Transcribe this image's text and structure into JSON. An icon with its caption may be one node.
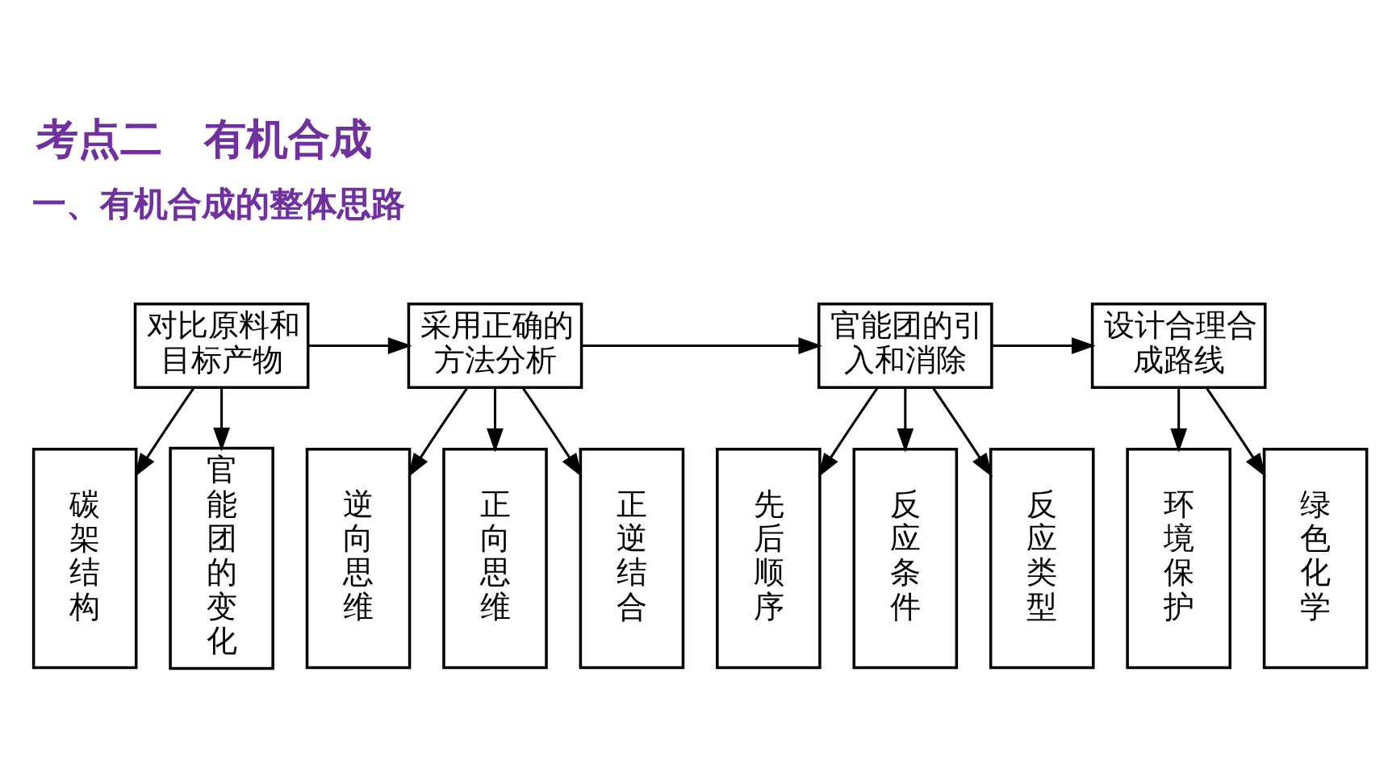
{
  "diagram": {
    "title": "考点二　有机合成",
    "nodes": [
      {
        "text": [
          "对比原料和目标产物"
        ]
      },
      {
        "text": [
          "采用正确的方法分析"
        ]
      },
      {
        "text": [
          "官能团的引入和消除"
        ]
      },
      {
        "text": [
          "设计合理合成路线"
        ]
      },
      {
        "text": [
          "碳架结构"
        ]
      },
      {
        "text": [
          "官能团的变化"
        ]
      },
      {
        "text": [
          "逆向思维"
        ]
      },
      {
        "text": [
          "正向思维"
        ]
      },
      {
        "text": [
          "正逆结合"
        ]
      },
      {
        "text": [
          "先后顺序"
        ]
      },
      {
        "text": [
          "反应条件"
        ]
      },
      {
        "text": [
          "反应类型"
        ]
      },
      {
        "text": [
          "环境保护"
        ]
      },
      {
        "text": [
          "绿色化学"
        ]
      }
    ],
    "edges": [
      {
        "from": 0,
        "to": 1,
        "arrow": "to"
      },
      {
        "from": 1,
        "to": 2,
        "arrow": "to"
      },
      {
        "from": 2,
        "to": 3,
        "arrow": "to"
      },
      {
        "from": 0,
        "to": 4,
        "arrow": "to"
      },
      {
        "from": 0,
        "to": 5,
        "arrow": "to"
      },
      {
        "from": 1,
        "to": 6,
        "arrow": "to"
      },
      {
        "from": 1,
        "to": 7,
        "arrow": "to"
      },
      {
        "from": 1,
        "to": 8,
        "arrow": "to"
      },
      {
        "from": 2,
        "to": 9,
        "arrow": "to"
      },
      {
        "from": 2,
        "to": 10,
        "arrow": "to"
      },
      {
        "from": 2,
        "to": 11,
        "arrow": "to"
      },
      {
        "from": 3,
        "to": 12,
        "arrow": "to"
      },
      {
        "from": 3,
        "to": 13,
        "arrow": "to"
      }
    ],
    "labels": [
      "一、有机合成的整体思路"
    ]
  }
}
